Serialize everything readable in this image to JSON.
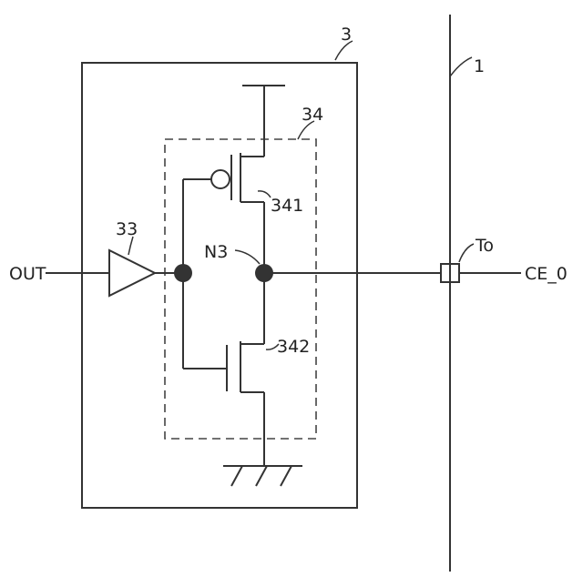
{
  "labels": {
    "block": "3",
    "bus_line": "1",
    "dashed_block": "34",
    "buffer": "33",
    "pmos": "341",
    "nmos": "342",
    "node": "N3",
    "terminal": "To",
    "input": "OUT",
    "output": "CE_0"
  }
}
